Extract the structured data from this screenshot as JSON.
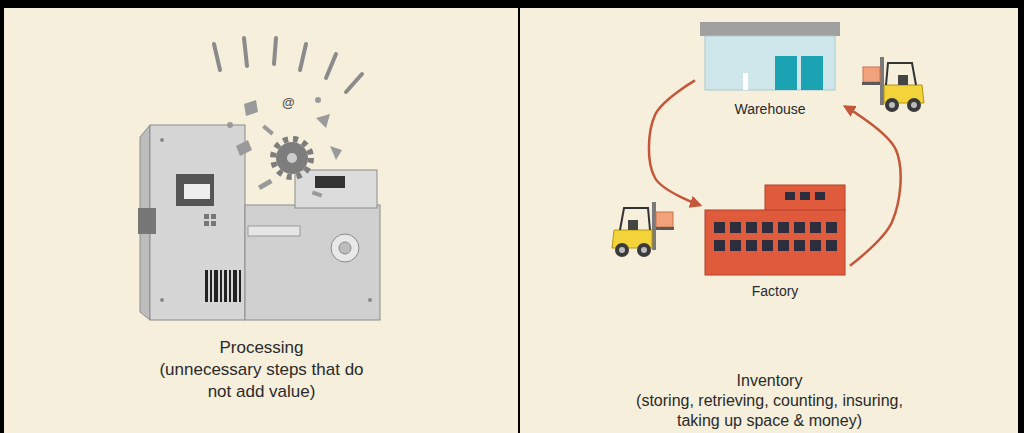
{
  "diagram": {
    "nodes": [
      {
        "text": [
          "Processing",
          "(unnecessary steps that do not add value)"
        ]
      },
      {
        "text": [
          "Inventory",
          "(storing, retrieving, counting, insuring, taking up space & money)"
        ]
      },
      {
        "text": [
          "Warehouse"
        ],
        "in": 1
      },
      {
        "text": [
          "Factory"
        ],
        "in": 1
      }
    ],
    "edges": [
      {
        "from": 2,
        "to": 3,
        "arrow": "to"
      },
      {
        "from": 3,
        "to": 2,
        "arrow": "to"
      }
    ],
    "labels": [
      "@"
    ]
  }
}
